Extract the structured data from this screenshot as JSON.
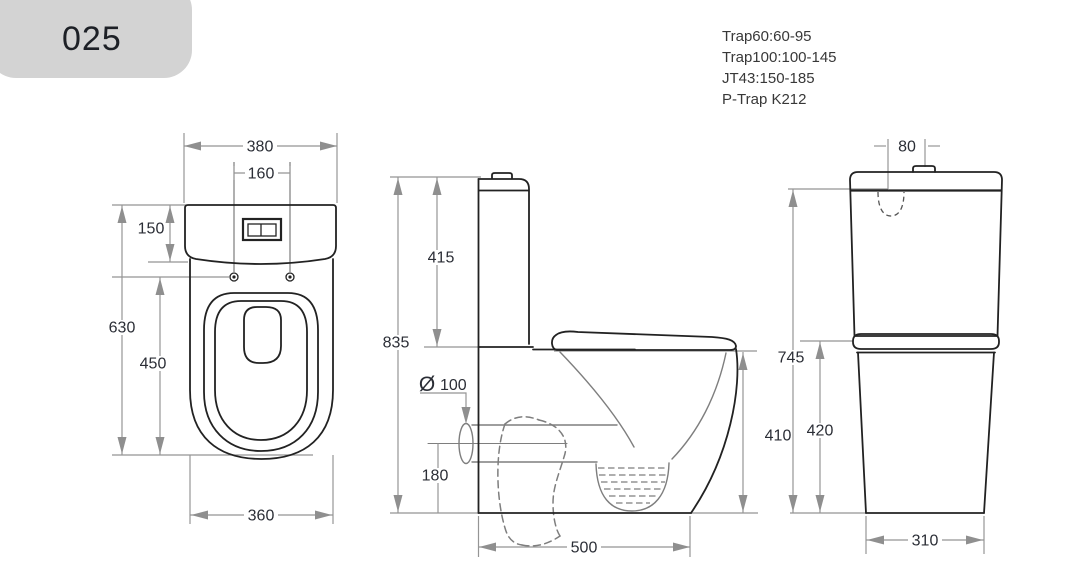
{
  "header": {
    "model": "025"
  },
  "specs": {
    "lines": [
      "Trap60:60-95",
      "Trap100:100-145",
      "JT43:150-185",
      "P-Trap K212"
    ]
  },
  "views": {
    "front": {
      "dims": {
        "cistern_width": "380",
        "button_spacing": "160",
        "cistern_height": "150",
        "total_height": "630",
        "bowl_height": "450",
        "base_width": "360"
      }
    },
    "side": {
      "dims": {
        "cistern_height": "415",
        "total_height": "835",
        "outlet_symbol": "Ø",
        "outlet_diameter": "100",
        "outlet_center_height": "180",
        "bowl_height": "410",
        "depth": "500"
      }
    },
    "rear": {
      "dims": {
        "inlet_offset": "80",
        "total_height": "745",
        "bowl_height": "420",
        "base_width": "310"
      }
    }
  },
  "colors": {
    "outline": "#222222",
    "dimension_line": "#959595",
    "dimension_text": "#2b2e36",
    "header_bg": "#d3d3d3",
    "spec_text": "#383838"
  }
}
